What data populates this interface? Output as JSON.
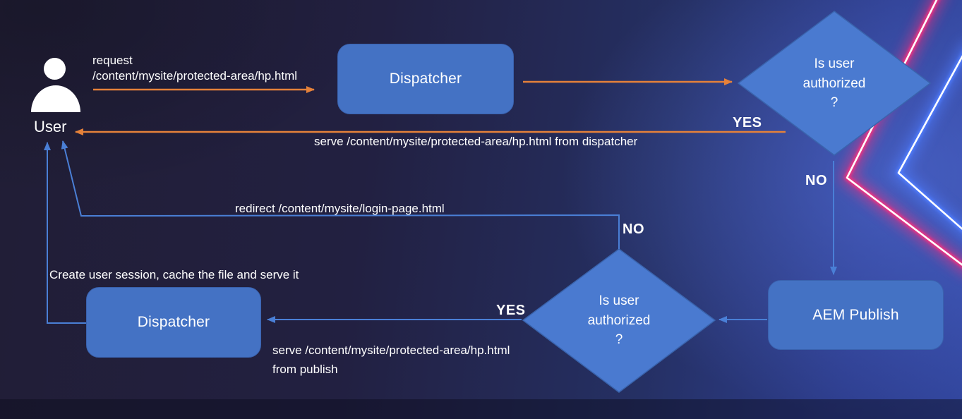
{
  "title": "AEM protected-area request flow diagram",
  "nodes": {
    "user": {
      "label": "User"
    },
    "dispatcher_top": {
      "label": "Dispatcher"
    },
    "decision_top": {
      "label": "Is user\nauthorized\n?"
    },
    "aem_publish": {
      "label": "AEM Publish"
    },
    "decision_bottom": {
      "label": "Is user\nauthorized\n?"
    },
    "dispatcher_bottom": {
      "label": "Dispatcher"
    }
  },
  "edges": {
    "request": {
      "label": "request\n/content/mysite/protected-area/hp.html"
    },
    "yes_top": {
      "label": "YES"
    },
    "serve_dispatcher": {
      "label": "serve /content/mysite/protected-area/hp.html from dispatcher"
    },
    "no_top": {
      "label": "NO"
    },
    "no_bottom": {
      "label": "NO"
    },
    "redirect": {
      "label": "redirect /content/mysite/login-page.html"
    },
    "yes_bottom": {
      "label": "YES"
    },
    "create_session": {
      "label": "Create user session, cache the file and serve it"
    },
    "serve_publish": {
      "label": "serve /content/mysite/protected-area/hp.html\nfrom publish"
    }
  },
  "colors": {
    "node_fill": "#4472c4",
    "node_stroke": "#3a62ae",
    "diamond_fill": "#4a7ad0",
    "diamond_stroke": "#3a64ad",
    "arrow_orange": "#e5813a",
    "arrow_blue": "#4a7fd6",
    "neon_pink": "#ff2e7d",
    "neon_blue": "#4f7dff",
    "text": "#ffffff"
  }
}
